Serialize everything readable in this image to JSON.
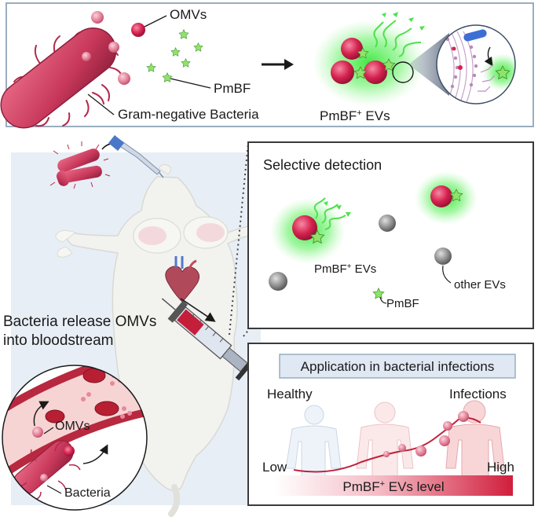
{
  "top_panel": {
    "omvs_label": "OMVs",
    "pmbf_label": "PmBF",
    "bacteria_label": "Gram-negative Bacteria",
    "evs_label_main": "PmBF",
    "evs_label_sup": "+",
    "evs_label_tail": " EVs"
  },
  "mouse_section": {
    "release_line1": "Bacteria release OMVs",
    "release_line2": "into bloodstream",
    "inset_omvs_label": "OMVs",
    "inset_bacteria_label": "Bacteria"
  },
  "detection_panel": {
    "title": "Selective detection",
    "evs_label_main": "PmBF",
    "evs_label_sup": "+",
    "evs_label_tail": " EVs",
    "other_evs_label": "other EVs",
    "pmbf_label": "PmBF"
  },
  "application_panel": {
    "title": "Application in bacterial infections",
    "healthy_label": "Healthy",
    "infections_label": "Infections",
    "low_label": "Low",
    "high_label": "High",
    "bar_label_main": "PmBF",
    "bar_label_sup": "+",
    "bar_label_tail": " EVs level"
  },
  "colors": {
    "bacteria": "#c8385a",
    "omv": "#e07a92",
    "ev_core": "#d6224f",
    "glow": "#39e639",
    "pmbf_star": "#8fe36a",
    "other_ev": "#8a8a8a",
    "frame": "#9aaebf",
    "title_box": "#dfe8f3",
    "bar_high": "#d01e3c",
    "mouse": "#f2f2ef",
    "bg_blue": "#e8eef5"
  }
}
